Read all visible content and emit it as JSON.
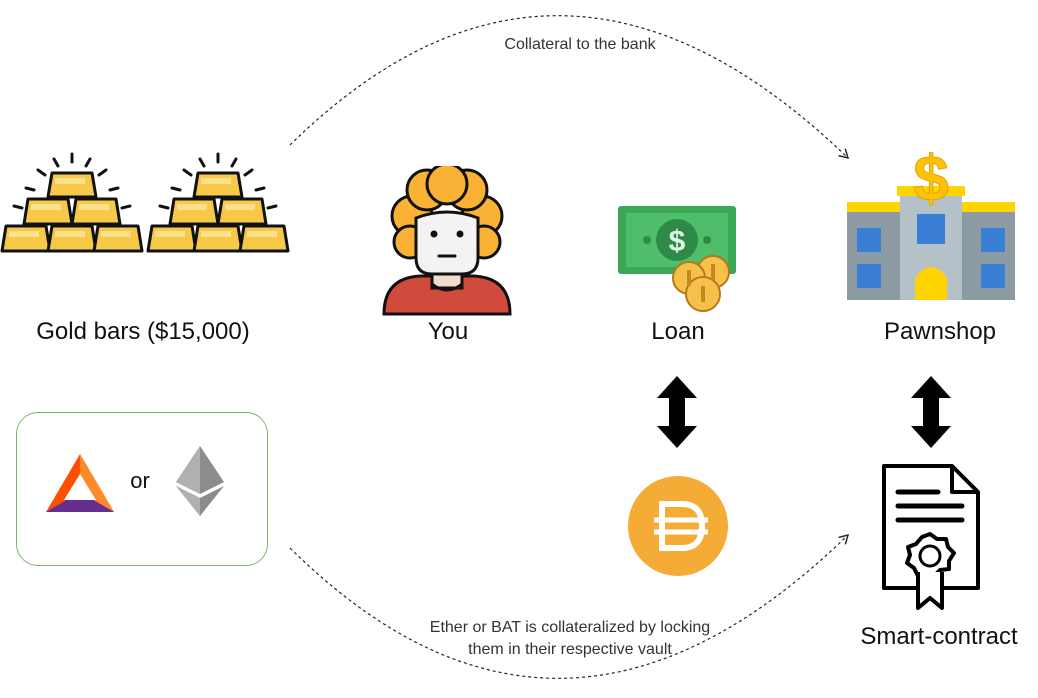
{
  "top_arc_label": "Collateral to the bank",
  "bottom_arc_label_line1": "Ether or BAT is collateralized by locking",
  "bottom_arc_label_line2": "them in their respective vault",
  "gold_label": "Gold bars ($15,000)",
  "you_label": "You",
  "loan_label": "Loan",
  "pawnshop_label": "Pawnshop",
  "smart_contract_label": "Smart-contract",
  "or_label": "or",
  "icons": {
    "gold": "gold-bars-icon",
    "person": "person-icon",
    "loan": "cash-coins-icon",
    "pawnshop": "pawnshop-building-icon",
    "bat": "bat-token-icon",
    "ether": "ether-token-icon",
    "dai": "dai-token-icon",
    "contract": "smart-contract-certificate-icon"
  },
  "colors": {
    "gold": "#f7c948",
    "bat": "#ff5000",
    "dai": "#f5ac37",
    "cash": "#3aa857",
    "box_border": "#79b46a"
  }
}
